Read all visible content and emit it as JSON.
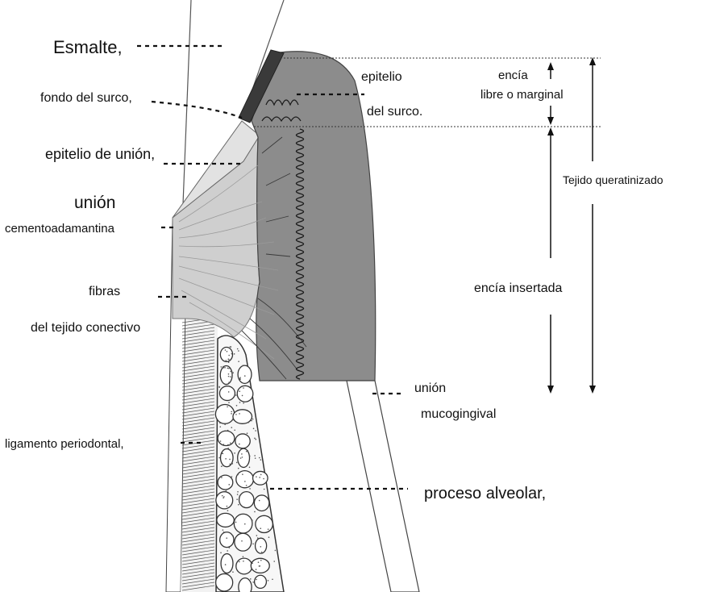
{
  "labels": {
    "esmalte": "Esmalte,",
    "fondo_surco": "fondo del surco,",
    "epitelio_union": "epitelio de unión,",
    "union_title": "unión",
    "union_sub": "cementoadamantina",
    "fibras_1": "fibras",
    "fibras_2": "del tejido conectivo",
    "ligamento": "ligamento periodontal,",
    "epitelio_surco_1": "epitelio",
    "epitelio_surco_2": "del surco.",
    "encia_libre_1": "encía",
    "encia_libre_2": "libre o marginal",
    "tejido_queratinizado": "Tejido queratinizado",
    "encia_insertada": "encía insertada",
    "union_muco_1": "unión",
    "union_muco_2": "mucogingival",
    "proceso_alveolar": "proceso alveolar,"
  },
  "colors": {
    "gingiva_dark": "#8a8a8a",
    "connective_light": "#cfcfcf",
    "enamel": "#444444",
    "line": "#111111"
  }
}
